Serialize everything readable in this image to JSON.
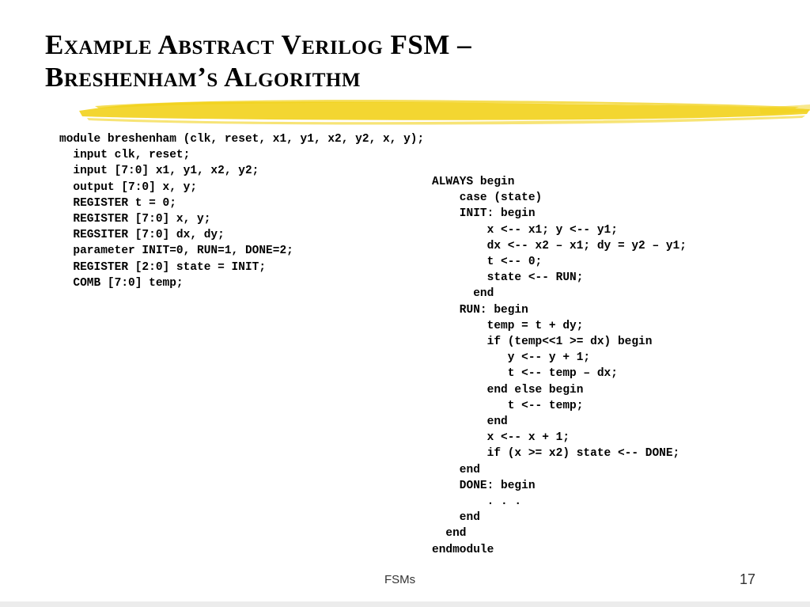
{
  "slide": {
    "title_lines": [
      "Example Abstract Verilog FSM –",
      "Breshenham’s Algorithm"
    ],
    "accent_color": "#f2d21b",
    "code_left": [
      "module breshenham (clk, reset, x1, y1, x2, y2, x, y);",
      "  input clk, reset;",
      "  input [7:0] x1, y1, x2, y2;",
      "  output [7:0] x, y;",
      "  REGISTER t = 0;",
      "  REGISTER [7:0] x, y;",
      "  REGSITER [7:0] dx, dy;",
      "  parameter INIT=0, RUN=1, DONE=2;",
      "  REGISTER [2:0] state = INIT;",
      "  COMB [7:0] temp;"
    ],
    "code_right": [
      "ALWAYS begin",
      "    case (state)",
      "    INIT: begin",
      "        x <-- x1; y <-- y1;",
      "        dx <-- x2 – x1; dy = y2 – y1;",
      "        t <-- 0;",
      "        state <-- RUN;",
      "      end",
      "    RUN: begin",
      "        temp = t + dy;",
      "        if (temp<<1 >= dx) begin",
      "           y <-- y + 1;",
      "           t <-- temp – dx;",
      "        end else begin",
      "           t <-- temp;",
      "        end",
      "        x <-- x + 1;",
      "        if (x >= x2) state <-- DONE;",
      "    end",
      "    DONE: begin",
      "        . . .",
      "    end",
      "  end",
      "endmodule"
    ],
    "footer_label": "FSMs",
    "page_number": "17"
  }
}
